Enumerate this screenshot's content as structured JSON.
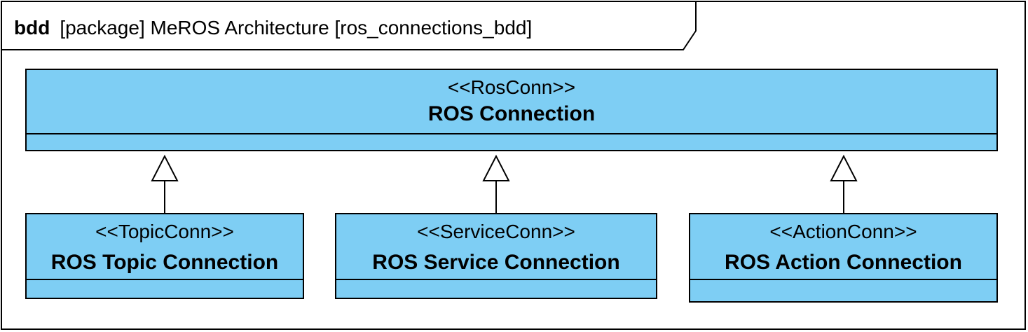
{
  "frame": {
    "kind": "bdd",
    "title": "[package] MeROS Architecture [ros_connections_bdd]"
  },
  "blocks": {
    "root": {
      "stereotype": "<<RosConn>>",
      "name": "ROS Connection"
    },
    "topic": {
      "stereotype": "<<TopicConn>>",
      "name": "ROS Topic Connection"
    },
    "service": {
      "stereotype": "<<ServiceConn>>",
      "name": "ROS Service Connection"
    },
    "action": {
      "stereotype": "<<ActionConn>>",
      "name": "ROS Action Connection"
    }
  },
  "colors": {
    "block_fill": "#7ECEF4",
    "line": "#000000"
  }
}
